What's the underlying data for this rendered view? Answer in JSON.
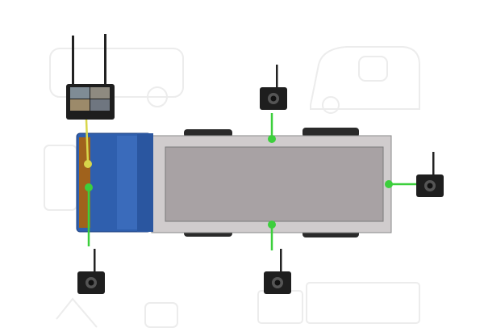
{
  "colors": {
    "cab": "#2f5fae",
    "trailer": "#a8a2a4",
    "trailer_frame": "#d0cccd",
    "link": "#3ccf3c",
    "link_yellow": "#d8d64a",
    "device": "#1e1e1e",
    "outline": "#e6e6e6"
  },
  "components": [
    "monitor",
    "camera-top",
    "camera-right",
    "camera-bottom-left",
    "camera-bottom-center"
  ]
}
